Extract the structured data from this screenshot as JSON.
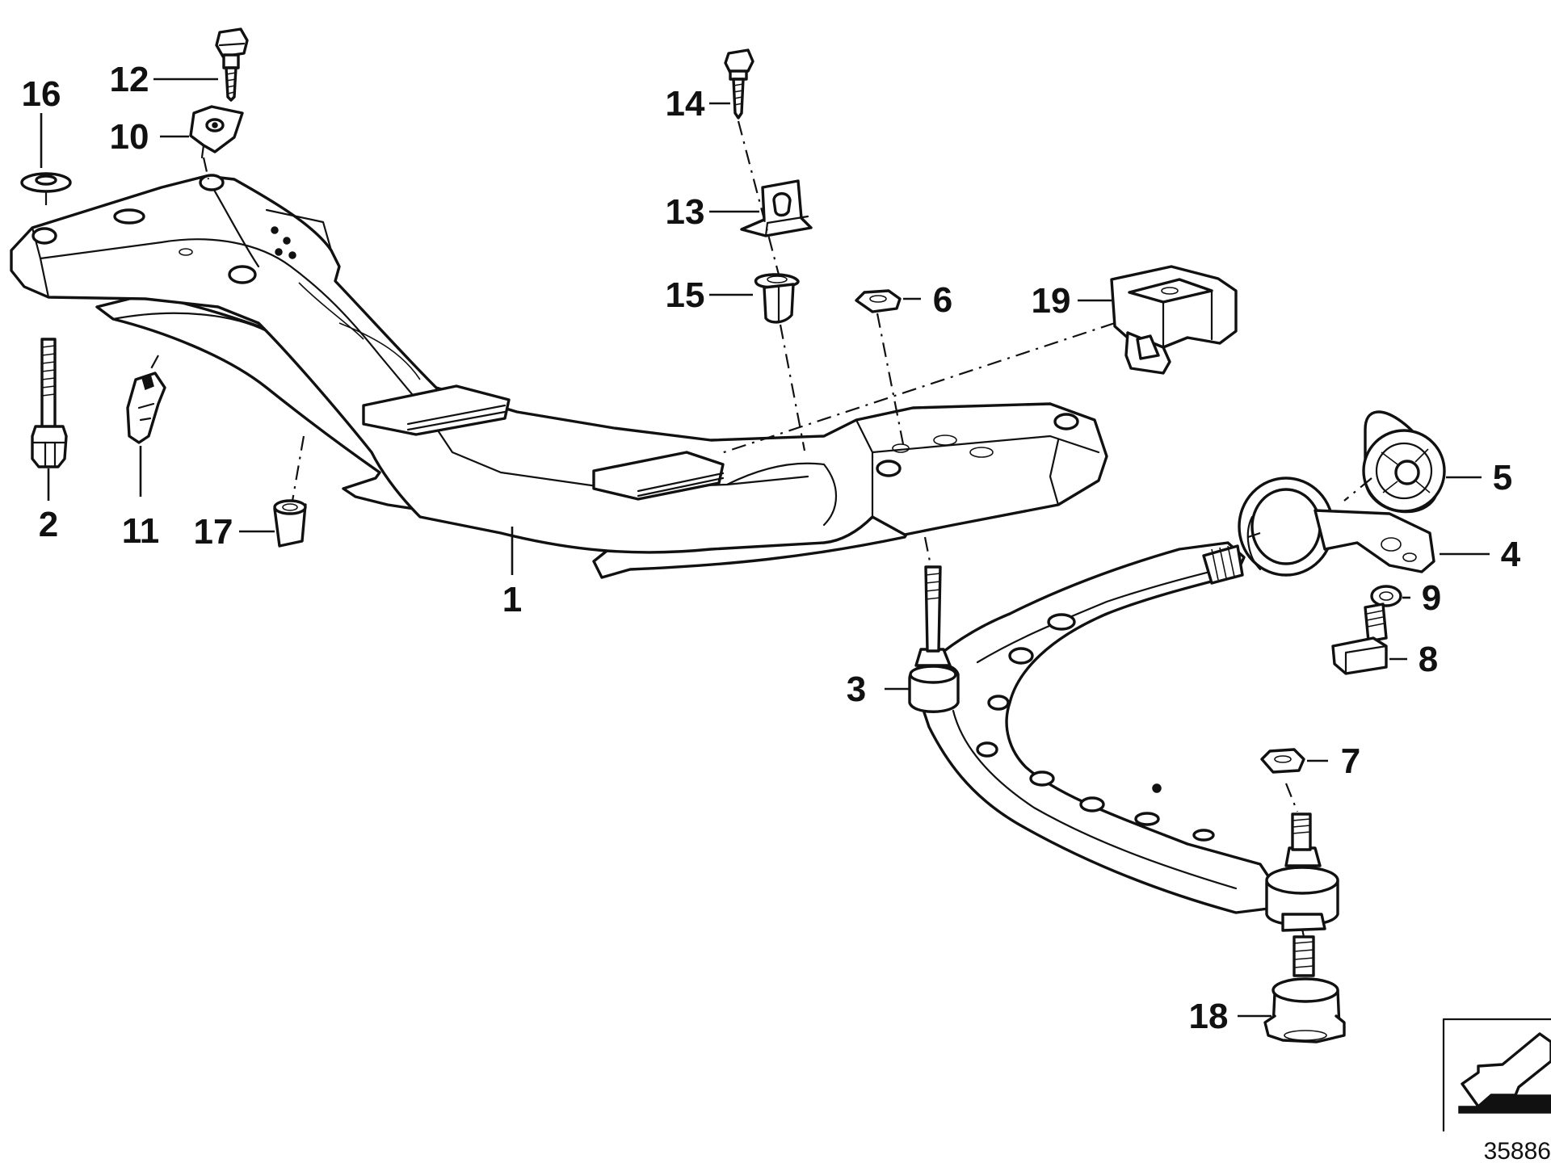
{
  "callouts": [
    {
      "n": "1"
    },
    {
      "n": "2"
    },
    {
      "n": "3"
    },
    {
      "n": "4"
    },
    {
      "n": "5"
    },
    {
      "n": "6"
    },
    {
      "n": "7"
    },
    {
      "n": "8"
    },
    {
      "n": "9"
    },
    {
      "n": "10"
    },
    {
      "n": "11"
    },
    {
      "n": "12"
    },
    {
      "n": "13"
    },
    {
      "n": "14"
    },
    {
      "n": "15"
    },
    {
      "n": "16"
    },
    {
      "n": "17"
    },
    {
      "n": "18"
    },
    {
      "n": "19"
    }
  ],
  "document_number": "35886",
  "colors": {
    "ink": "#111111",
    "paper": "#ffffff"
  },
  "icons": {
    "orientation": "direction-arrow-icon"
  }
}
